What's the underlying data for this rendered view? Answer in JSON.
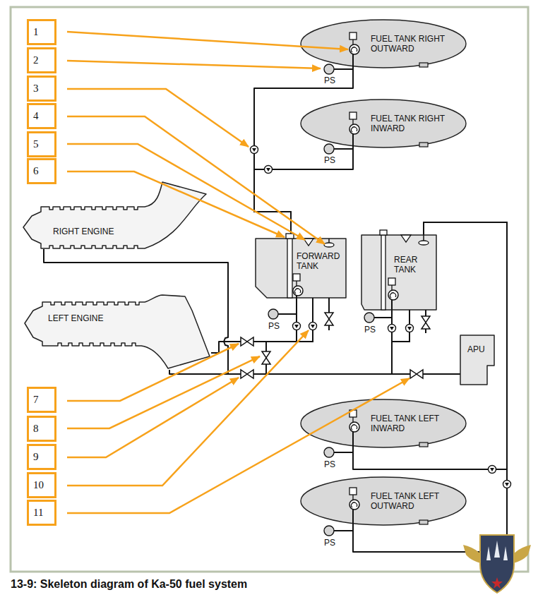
{
  "diagram": {
    "caption": "13-9: Skeleton diagram of Ka-50 fuel system",
    "nodes": [
      {
        "text": [
          "1"
        ]
      },
      {
        "text": [
          "2"
        ]
      },
      {
        "text": [
          "3"
        ]
      },
      {
        "text": [
          "4"
        ]
      },
      {
        "text": [
          "5"
        ]
      },
      {
        "text": [
          "6"
        ]
      },
      {
        "text": [
          "FUEL TANK RIGHT OUTWARD"
        ]
      },
      {
        "text": [
          "FUEL TANK RIGHT INWARD"
        ]
      },
      {
        "text": [
          "RIGHT ENGINE"
        ]
      },
      {
        "text": [
          "FORWARD TANK"
        ]
      },
      {
        "text": [
          "REAR TANK"
        ]
      },
      {
        "text": [
          "LEFT ENGINE"
        ]
      },
      {
        "text": [
          "APU"
        ]
      },
      {
        "text": [
          "7"
        ]
      },
      {
        "text": [
          "8"
        ]
      },
      {
        "text": [
          "9"
        ]
      },
      {
        "text": [
          "10"
        ]
      },
      {
        "text": [
          "11"
        ]
      },
      {
        "text": [
          "FUEL TANK LEFT INWARD"
        ]
      },
      {
        "text": [
          "FUEL TANK LEFT OUTWARD"
        ]
      }
    ],
    "edges": [
      {
        "from": 6,
        "to": 9,
        "arrow": "none"
      },
      {
        "from": 7,
        "to": 9,
        "arrow": "none"
      },
      {
        "from": 18,
        "to": 10,
        "arrow": "none"
      },
      {
        "from": 19,
        "to": 10,
        "arrow": "none"
      },
      {
        "from": 9,
        "to": 11,
        "arrow": "none"
      },
      {
        "from": 10,
        "to": 8,
        "arrow": "none"
      },
      {
        "from": 10,
        "to": 12,
        "arrow": "none"
      },
      {
        "from": 10,
        "to": 11,
        "arrow": "none"
      }
    ],
    "labels": [
      "PS",
      "PS",
      "PS",
      "PS",
      "PS",
      "PS"
    ]
  }
}
